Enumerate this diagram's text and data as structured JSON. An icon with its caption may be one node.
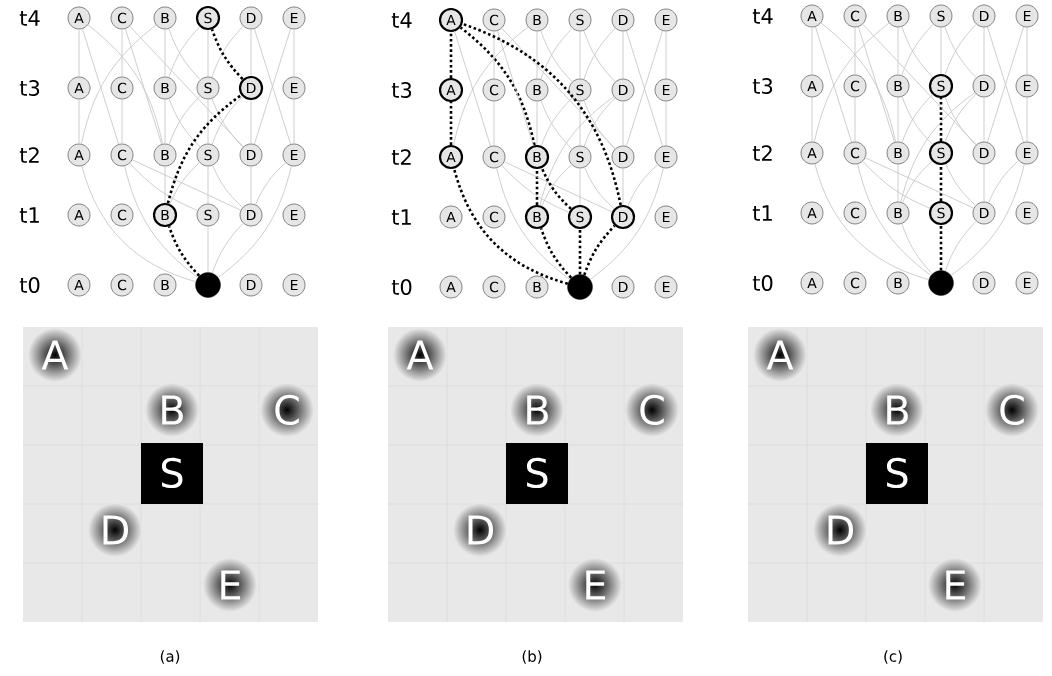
{
  "diagram": {
    "nodes": [
      {
        "text": [
          "A"
        ]
      },
      {
        "text": [
          "C"
        ]
      },
      {
        "text": [
          "B"
        ]
      },
      {
        "text": [
          "S"
        ]
      },
      {
        "text": [
          "D"
        ]
      },
      {
        "text": [
          "E"
        ]
      },
      {
        "text": [
          "A"
        ]
      },
      {
        "text": [
          "C"
        ]
      },
      {
        "text": [
          "B"
        ]
      },
      {
        "text": [
          "S"
        ]
      },
      {
        "text": [
          "D"
        ]
      },
      {
        "text": [
          "E"
        ]
      },
      {
        "text": [
          "A"
        ]
      },
      {
        "text": [
          "C"
        ]
      },
      {
        "text": [
          "B"
        ]
      },
      {
        "text": [
          "S"
        ]
      },
      {
        "text": [
          "D"
        ]
      },
      {
        "text": [
          "E"
        ]
      },
      {
        "text": [
          "A"
        ]
      },
      {
        "text": [
          "C"
        ]
      },
      {
        "text": [
          "B"
        ]
      },
      {
        "text": [
          "S"
        ]
      },
      {
        "text": [
          "D"
        ]
      },
      {
        "text": [
          "E"
        ]
      },
      {
        "text": [
          "A"
        ]
      },
      {
        "text": [
          "C"
        ]
      },
      {
        "text": [
          "B"
        ]
      },
      {
        "text": [],
        "shape": "circle"
      },
      {
        "text": [
          "D"
        ]
      },
      {
        "text": [
          "E"
        ]
      },
      {
        "text": [
          "A"
        ]
      },
      {
        "text": [
          "C"
        ]
      },
      {
        "text": [
          "B"
        ]
      },
      {
        "text": [
          "S"
        ]
      },
      {
        "text": [
          "D"
        ]
      },
      {
        "text": [
          "E"
        ]
      },
      {
        "text": [
          "A"
        ]
      },
      {
        "text": [
          "C"
        ]
      },
      {
        "text": [
          "B"
        ]
      },
      {
        "text": [
          "S"
        ]
      },
      {
        "text": [
          "D"
        ]
      },
      {
        "text": [
          "E"
        ]
      },
      {
        "text": [
          "A"
        ]
      },
      {
        "text": [
          "C"
        ]
      },
      {
        "text": [
          "B"
        ]
      },
      {
        "text": [
          "S"
        ]
      },
      {
        "text": [
          "D"
        ]
      },
      {
        "text": [
          "E"
        ]
      },
      {
        "text": [
          "A"
        ]
      },
      {
        "text": [
          "C"
        ]
      },
      {
        "text": [
          "B"
        ]
      },
      {
        "text": [
          "S"
        ]
      },
      {
        "text": [
          "D"
        ]
      },
      {
        "text": [
          "E"
        ]
      },
      {
        "text": [
          "A"
        ]
      },
      {
        "text": [
          "C"
        ]
      },
      {
        "text": [
          "B"
        ]
      },
      {
        "text": [],
        "shape": "circle"
      },
      {
        "text": [
          "D"
        ]
      },
      {
        "text": [
          "E"
        ]
      },
      {
        "text": [
          "A"
        ]
      },
      {
        "text": [
          "C"
        ]
      },
      {
        "text": [
          "B"
        ]
      },
      {
        "text": [
          "S"
        ]
      },
      {
        "text": [
          "D"
        ]
      },
      {
        "text": [
          "E"
        ]
      },
      {
        "text": [
          "A"
        ]
      },
      {
        "text": [
          "C"
        ]
      },
      {
        "text": [
          "B"
        ]
      },
      {
        "text": [
          "S"
        ]
      },
      {
        "text": [
          "D"
        ]
      },
      {
        "text": [
          "E"
        ]
      },
      {
        "text": [
          "A"
        ]
      },
      {
        "text": [
          "C"
        ]
      },
      {
        "text": [
          "B"
        ]
      },
      {
        "text": [
          "S"
        ]
      },
      {
        "text": [
          "D"
        ]
      },
      {
        "text": [
          "E"
        ]
      },
      {
        "text": [
          "A"
        ]
      },
      {
        "text": [
          "C"
        ]
      },
      {
        "text": [
          "B"
        ]
      },
      {
        "text": [
          "S"
        ]
      },
      {
        "text": [
          "D"
        ]
      },
      {
        "text": [
          "E"
        ]
      },
      {
        "text": [
          "A"
        ]
      },
      {
        "text": [
          "C"
        ]
      },
      {
        "text": [
          "B"
        ]
      },
      {
        "text": [],
        "shape": "circle"
      },
      {
        "text": [
          "D"
        ]
      },
      {
        "text": [
          "E"
        ]
      }
    ],
    "edges": [
      {
        "from": 27,
        "to": 12,
        "arrow": "none"
      },
      {
        "from": 27,
        "to": 13,
        "arrow": "none"
      },
      {
        "from": 27,
        "to": 20,
        "arrow": "none",
        "style": "dashed",
        "color": "#000000"
      },
      {
        "from": 27,
        "to": 21,
        "arrow": "none"
      },
      {
        "from": 27,
        "to": 22,
        "arrow": "none"
      },
      {
        "from": 27,
        "to": 17,
        "arrow": "none"
      },
      {
        "from": 20,
        "to": 14,
        "arrow": "none"
      },
      {
        "from": 20,
        "to": 15,
        "arrow": "none"
      },
      {
        "from": 21,
        "to": 15,
        "arrow": "none"
      },
      {
        "from": 21,
        "to": 13,
        "arrow": "none"
      },
      {
        "from": 22,
        "to": 13,
        "arrow": "none"
      },
      {
        "from": 22,
        "to": 15,
        "arrow": "none"
      },
      {
        "from": 22,
        "to": 16,
        "arrow": "none"
      },
      {
        "from": 22,
        "to": 17,
        "arrow": "none"
      },
      {
        "from": 12,
        "to": 6,
        "arrow": "none"
      },
      {
        "from": 12,
        "to": 2,
        "arrow": "none"
      },
      {
        "from": 13,
        "to": 7,
        "arrow": "none"
      },
      {
        "from": 13,
        "to": 0,
        "arrow": "none"
      },
      {
        "from": 14,
        "to": 0,
        "arrow": "none"
      },
      {
        "from": 14,
        "to": 1,
        "arrow": "none"
      },
      {
        "from": 14,
        "to": 8,
        "arrow": "none"
      },
      {
        "from": 14,
        "to": 9,
        "arrow": "none"
      },
      {
        "from": 15,
        "to": 9,
        "arrow": "none"
      },
      {
        "from": 15,
        "to": 8,
        "arrow": "none"
      },
      {
        "from": 15,
        "to": 10,
        "arrow": "none"
      },
      {
        "from": 16,
        "to": 1,
        "arrow": "none"
      },
      {
        "from": 16,
        "to": 9,
        "arrow": "none"
      },
      {
        "from": 16,
        "to": 10,
        "arrow": "none"
      },
      {
        "from": 16,
        "to": 5,
        "arrow": "none"
      },
      {
        "from": 17,
        "to": 11,
        "arrow": "none"
      },
      {
        "from": 17,
        "to": 4,
        "arrow": "none"
      },
      {
        "from": 6,
        "to": 0,
        "arrow": "none"
      },
      {
        "from": 7,
        "to": 1,
        "arrow": "none"
      },
      {
        "from": 8,
        "to": 2,
        "arrow": "none"
      },
      {
        "from": 8,
        "to": 3,
        "arrow": "none"
      },
      {
        "from": 9,
        "to": 2,
        "arrow": "none"
      },
      {
        "from": 9,
        "to": 3,
        "arrow": "none"
      },
      {
        "from": 9,
        "to": 4,
        "arrow": "none"
      },
      {
        "from": 10,
        "to": 3,
        "arrow": "none",
        "style": "dashed",
        "color": "#000000"
      },
      {
        "from": 10,
        "to": 4,
        "arrow": "none"
      },
      {
        "from": 11,
        "to": 5,
        "arrow": "none"
      },
      {
        "from": 20,
        "to": 10,
        "arrow": "none",
        "style": "dashed",
        "color": "#000000"
      },
      {
        "from": 57,
        "to": 42,
        "arrow": "none",
        "style": "dashed",
        "color": "#000000"
      },
      {
        "from": 57,
        "to": 43,
        "arrow": "none"
      },
      {
        "from": 57,
        "to": 50,
        "arrow": "none",
        "style": "dashed",
        "color": "#000000"
      },
      {
        "from": 57,
        "to": 51,
        "arrow": "none",
        "style": "dashed",
        "color": "#000000"
      },
      {
        "from": 57,
        "to": 52,
        "arrow": "none",
        "style": "dashed",
        "color": "#000000"
      },
      {
        "from": 57,
        "to": 47,
        "arrow": "none"
      },
      {
        "from": 50,
        "to": 44,
        "arrow": "none",
        "style": "dashed",
        "color": "#000000"
      },
      {
        "from": 50,
        "to": 45,
        "arrow": "none"
      },
      {
        "from": 51,
        "to": 45,
        "arrow": "none"
      },
      {
        "from": 51,
        "to": 43,
        "arrow": "none"
      },
      {
        "from": 52,
        "to": 43,
        "arrow": "none"
      },
      {
        "from": 52,
        "to": 45,
        "arrow": "none"
      },
      {
        "from": 52,
        "to": 46,
        "arrow": "none"
      },
      {
        "from": 52,
        "to": 47,
        "arrow": "none"
      },
      {
        "from": 42,
        "to": 36,
        "arrow": "none",
        "style": "dashed",
        "color": "#000000"
      },
      {
        "from": 42,
        "to": 32,
        "arrow": "none"
      },
      {
        "from": 43,
        "to": 37,
        "arrow": "none"
      },
      {
        "from": 43,
        "to": 30,
        "arrow": "none"
      },
      {
        "from": 44,
        "to": 30,
        "arrow": "none",
        "style": "dashed",
        "color": "#000000"
      },
      {
        "from": 44,
        "to": 31,
        "arrow": "none"
      },
      {
        "from": 44,
        "to": 38,
        "arrow": "none"
      },
      {
        "from": 44,
        "to": 39,
        "arrow": "none"
      },
      {
        "from": 45,
        "to": 39,
        "arrow": "none"
      },
      {
        "from": 45,
        "to": 38,
        "arrow": "none"
      },
      {
        "from": 45,
        "to": 40,
        "arrow": "none"
      },
      {
        "from": 46,
        "to": 31,
        "arrow": "none"
      },
      {
        "from": 46,
        "to": 39,
        "arrow": "none"
      },
      {
        "from": 46,
        "to": 40,
        "arrow": "none"
      },
      {
        "from": 46,
        "to": 35,
        "arrow": "none"
      },
      {
        "from": 47,
        "to": 41,
        "arrow": "none"
      },
      {
        "from": 47,
        "to": 34,
        "arrow": "none"
      },
      {
        "from": 36,
        "to": 30,
        "arrow": "none",
        "style": "dashed",
        "color": "#000000"
      },
      {
        "from": 37,
        "to": 31,
        "arrow": "none"
      },
      {
        "from": 38,
        "to": 32,
        "arrow": "none"
      },
      {
        "from": 38,
        "to": 33,
        "arrow": "none"
      },
      {
        "from": 39,
        "to": 32,
        "arrow": "none"
      },
      {
        "from": 39,
        "to": 33,
        "arrow": "none"
      },
      {
        "from": 39,
        "to": 34,
        "arrow": "none"
      },
      {
        "from": 40,
        "to": 33,
        "arrow": "none"
      },
      {
        "from": 40,
        "to": 34,
        "arrow": "none"
      },
      {
        "from": 41,
        "to": 35,
        "arrow": "none"
      },
      {
        "from": 50,
        "to": 40,
        "arrow": "none"
      },
      {
        "from": 51,
        "to": 44,
        "arrow": "none",
        "style": "dashed",
        "color": "#000000"
      },
      {
        "from": 52,
        "to": 30,
        "arrow": "none",
        "style": "dashed",
        "color": "#000000"
      },
      {
        "from": 87,
        "to": 72,
        "arrow": "none"
      },
      {
        "from": 87,
        "to": 73,
        "arrow": "none"
      },
      {
        "from": 87,
        "to": 80,
        "arrow": "none"
      },
      {
        "from": 87,
        "to": 81,
        "arrow": "none",
        "style": "dashed",
        "color": "#000000"
      },
      {
        "from": 87,
        "to": 82,
        "arrow": "none"
      },
      {
        "from": 87,
        "to": 77,
        "arrow": "none"
      },
      {
        "from": 80,
        "to": 74,
        "arrow": "none"
      },
      {
        "from": 80,
        "to": 75,
        "arrow": "none"
      },
      {
        "from": 81,
        "to": 75,
        "arrow": "none",
        "style": "dashed",
        "color": "#000000"
      },
      {
        "from": 81,
        "to": 73,
        "arrow": "none"
      },
      {
        "from": 82,
        "to": 73,
        "arrow": "none"
      },
      {
        "from": 82,
        "to": 75,
        "arrow": "none"
      },
      {
        "from": 82,
        "to": 76,
        "arrow": "none"
      },
      {
        "from": 82,
        "to": 77,
        "arrow": "none"
      },
      {
        "from": 72,
        "to": 66,
        "arrow": "none"
      },
      {
        "from": 72,
        "to": 62,
        "arrow": "none"
      },
      {
        "from": 73,
        "to": 67,
        "arrow": "none"
      },
      {
        "from": 73,
        "to": 60,
        "arrow": "none"
      },
      {
        "from": 74,
        "to": 60,
        "arrow": "none"
      },
      {
        "from": 74,
        "to": 61,
        "arrow": "none"
      },
      {
        "from": 74,
        "to": 68,
        "arrow": "none"
      },
      {
        "from": 74,
        "to": 69,
        "arrow": "none"
      },
      {
        "from": 75,
        "to": 69,
        "arrow": "none",
        "style": "dashed",
        "color": "#000000"
      },
      {
        "from": 75,
        "to": 68,
        "arrow": "none"
      },
      {
        "from": 75,
        "to": 70,
        "arrow": "none"
      },
      {
        "from": 76,
        "to": 61,
        "arrow": "none"
      },
      {
        "from": 76,
        "to": 69,
        "arrow": "none"
      },
      {
        "from": 76,
        "to": 70,
        "arrow": "none"
      },
      {
        "from": 76,
        "to": 65,
        "arrow": "none"
      },
      {
        "from": 77,
        "to": 71,
        "arrow": "none"
      },
      {
        "from": 77,
        "to": 64,
        "arrow": "none"
      },
      {
        "from": 66,
        "to": 60,
        "arrow": "none"
      },
      {
        "from": 67,
        "to": 61,
        "arrow": "none"
      },
      {
        "from": 68,
        "to": 62,
        "arrow": "none"
      },
      {
        "from": 68,
        "to": 63,
        "arrow": "none"
      },
      {
        "from": 69,
        "to": 62,
        "arrow": "none"
      },
      {
        "from": 69,
        "to": 63,
        "arrow": "none"
      },
      {
        "from": 69,
        "to": 64,
        "arrow": "none"
      },
      {
        "from": 70,
        "to": 63,
        "arrow": "none"
      },
      {
        "from": 70,
        "to": 64,
        "arrow": "none"
      },
      {
        "from": 71,
        "to": 65,
        "arrow": "none"
      },
      {
        "from": 80,
        "to": 70,
        "arrow": "none"
      }
    ],
    "labels": [
      "t4",
      "t3",
      "t2",
      "t1",
      "t0",
      "A",
      "B",
      "C",
      "S",
      "D",
      "E",
      "(a)",
      "t4",
      "t3",
      "t2",
      "t1",
      "t0",
      "A",
      "B",
      "C",
      "S",
      "D",
      "E",
      "(b)",
      "t4",
      "t3",
      "t2",
      "t1",
      "t0",
      "A",
      "B",
      "C",
      "S",
      "D",
      "E",
      "(c)"
    ]
  }
}
